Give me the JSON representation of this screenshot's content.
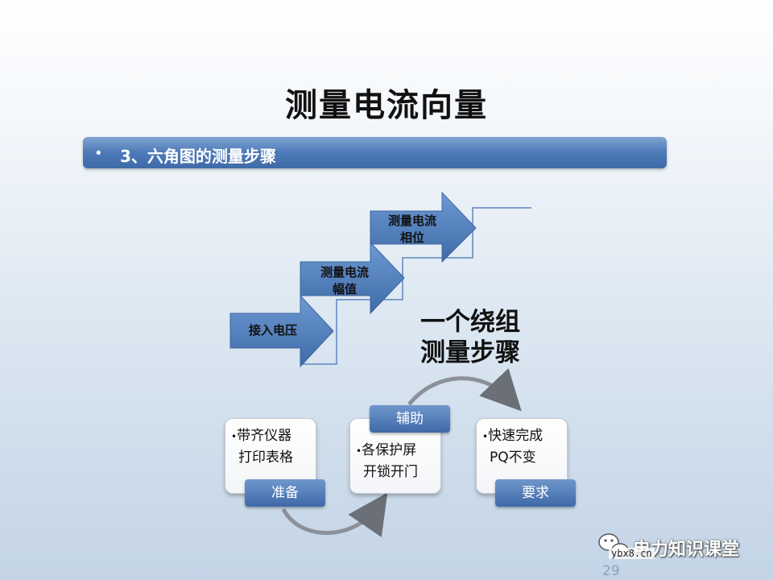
{
  "title": "测量电流向量",
  "bullet": {
    "dot": "•",
    "text": "3、六角图的测量步骤"
  },
  "steps": [
    "接入电压",
    "测量电流\n幅值",
    "测量电流\n相位"
  ],
  "summary": {
    "line1": "一个绕组",
    "line2": "测量步骤"
  },
  "cards": [
    {
      "bullet": "•",
      "line1": "带齐仪器",
      "line2": "打印表格",
      "tag": "准备"
    },
    {
      "bullet": "•",
      "line1": "各保护屏",
      "line2": "开锁开门",
      "tag": "辅助"
    },
    {
      "bullet": "•",
      "line1": "快速完成",
      "line2": "PQ不变",
      "tag": "要求"
    }
  ],
  "watermark": {
    "name": "电力知识课堂",
    "site": "ybx8.cn"
  },
  "page_number": "29",
  "colors": {
    "arrow": "#4a7ab8",
    "tag": "#4d7ab8",
    "bar": "#4d7ab8"
  }
}
